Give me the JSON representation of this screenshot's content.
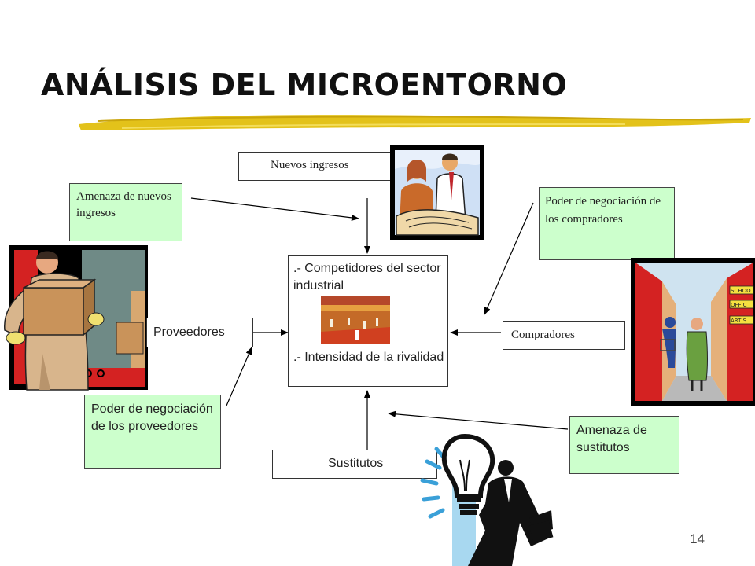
{
  "slide": {
    "title": "ANÁLISIS DEL MICROENTORNO",
    "page_number": "14"
  },
  "diagram": {
    "center": {
      "line1": ".- Competidores del sector industrial",
      "line2": ".- Intensidad de la rivalidad"
    },
    "nodes": {
      "nuevos_ingresos": "Nuevos ingresos",
      "proveedores": "Proveedores",
      "compradores": "Compradores",
      "sustitutos": "Sustitutos"
    },
    "forces": {
      "amenaza_nuevos": "Amenaza de nuevos ingresos",
      "poder_compradores": "Poder de negociación de los compradores",
      "poder_proveedores": "Poder de negociación de los proveedores",
      "amenaza_sustitutos": "Amenaza de sustitutos"
    },
    "clipart_school_sign": [
      "SCHOO",
      "OFFIC",
      "ART S"
    ]
  }
}
